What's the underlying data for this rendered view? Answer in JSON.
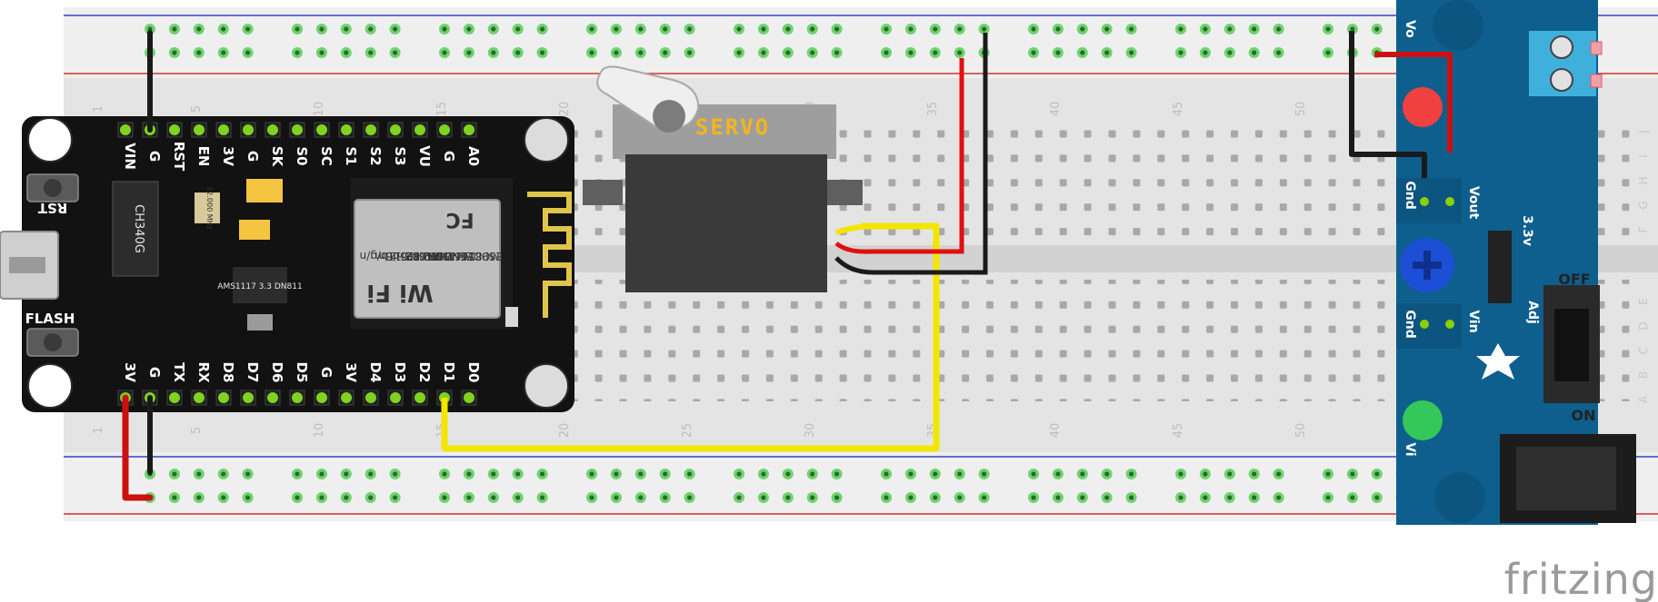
{
  "breadboard": {
    "column_labels": [
      "1",
      "5",
      "10",
      "15",
      "20",
      "25",
      "30",
      "35",
      "40",
      "45",
      "50"
    ],
    "row_labels_top": [
      "J",
      "I",
      "H",
      "G",
      "F"
    ],
    "row_labels_bottom": [
      "E",
      "D",
      "C",
      "B",
      "A"
    ]
  },
  "nodemcu": {
    "top_pins": [
      "VIN",
      "G",
      "RST",
      "EN",
      "3V",
      "G",
      "SK",
      "S0",
      "SC",
      "S1",
      "S2",
      "S3",
      "VU",
      "G",
      "A0"
    ],
    "bottom_pins": [
      "3V",
      "G",
      "TX",
      "RX",
      "D8",
      "D7",
      "D6",
      "D5",
      "G",
      "3V",
      "D4",
      "D3",
      "D2",
      "D1",
      "D0"
    ],
    "button_rst": "RST",
    "button_flash": "FLASH",
    "usb_chip": "CH340G",
    "crystal": "12.000 MHz",
    "regulator": "AMS1117 3.3 DN811",
    "module_lines": [
      "MODEL",
      "ESP8266MOD",
      "VENDOR",
      "AI-THINKER",
      "ISM 2.4GHz",
      "PA +25dBm",
      "802.11b/g/n"
    ],
    "wifi": "Wi Fi",
    "fcc": "FC"
  },
  "servo": {
    "label": "SERVO"
  },
  "power_supply": {
    "pins": {
      "vo": "Vo",
      "gnd_top": "Gnd",
      "vout": "Vout",
      "gnd_bottom": "Gnd",
      "vin": "Vin",
      "vi": "Vi",
      "v33": "3.3v",
      "adj": "Adj"
    },
    "switch_off": "OFF",
    "switch_on": "ON"
  },
  "watermark": "fritzing",
  "colors": {
    "wire_red": "#e01010",
    "wire_black": "#1a1a1a",
    "wire_yellow": "#f2e600",
    "board_pcb": "#121212",
    "psu_pcb": "#0e5f8e",
    "breadboard": "#e6e6e6",
    "rail_red": "#d63131",
    "rail_blue": "#3342c4"
  }
}
